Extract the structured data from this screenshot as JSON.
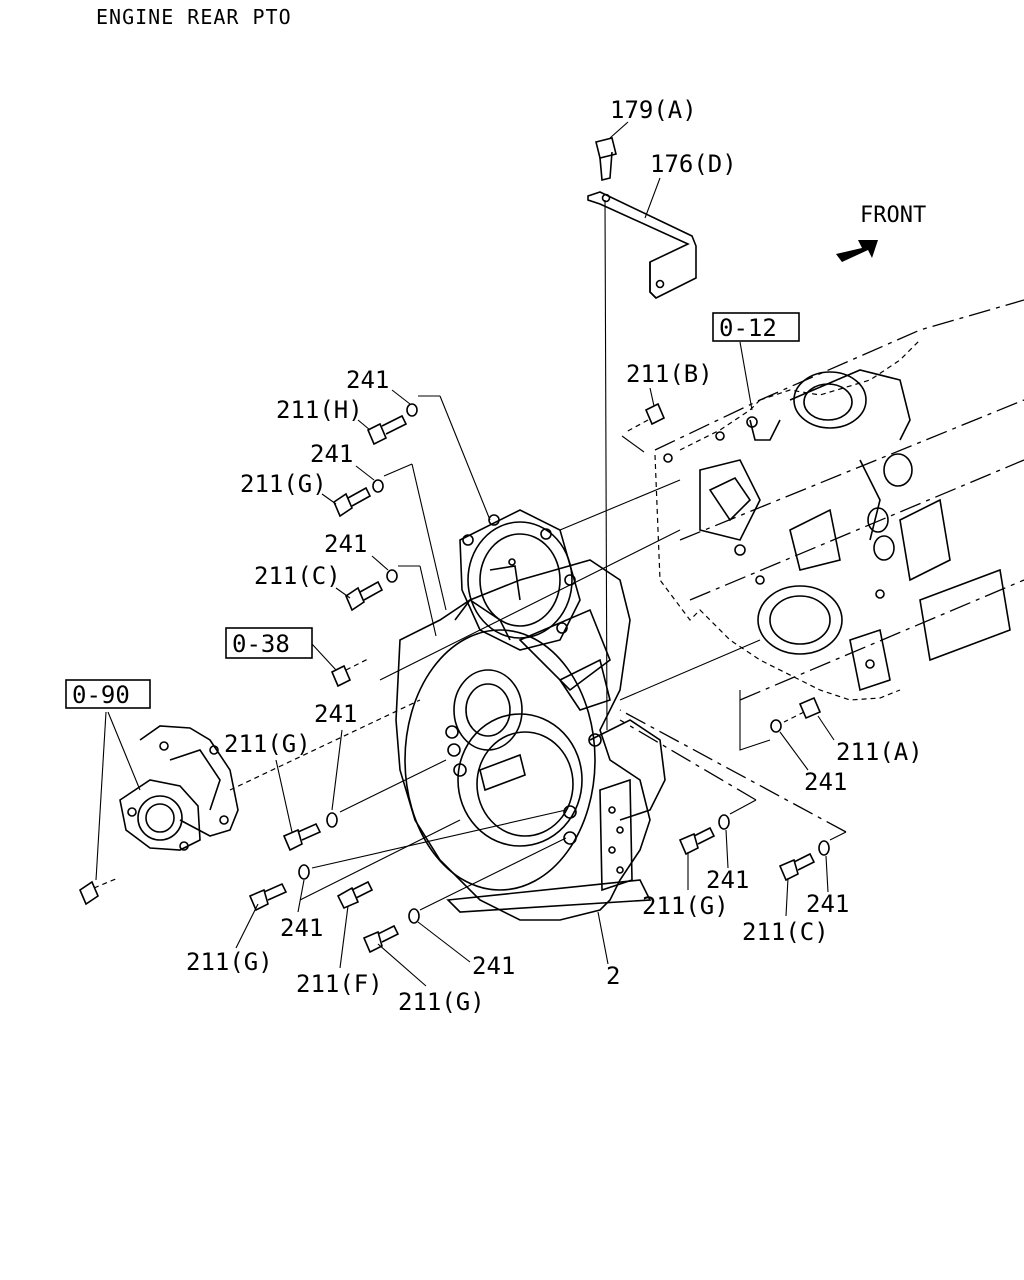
{
  "title": "ENGINE REAR PTO",
  "front_label": "FRONT",
  "refs": {
    "r012": "0-12",
    "r038": "0-38",
    "r090": "0-90"
  },
  "labels": {
    "p179a": "179(A)",
    "p176d": "176(D)",
    "p211b": "211(B)",
    "p241_1": "241",
    "p211h": "211(H)",
    "p241_2": "241",
    "p211g_1": "211(G)",
    "p241_3": "241",
    "p211c_1": "211(C)",
    "p241_4": "241",
    "p211g_2": "211(G)",
    "p211a": "211(A)",
    "p241_5": "241",
    "p241_6": "241",
    "p211g_3": "211(G)",
    "p241_7": "241",
    "p211c_2": "211(C)",
    "p241_8": "241",
    "p211g_4": "211(G)",
    "p241_9": "241",
    "p211f": "211(F)",
    "p211g_5": "211(G)",
    "p2": "2"
  }
}
